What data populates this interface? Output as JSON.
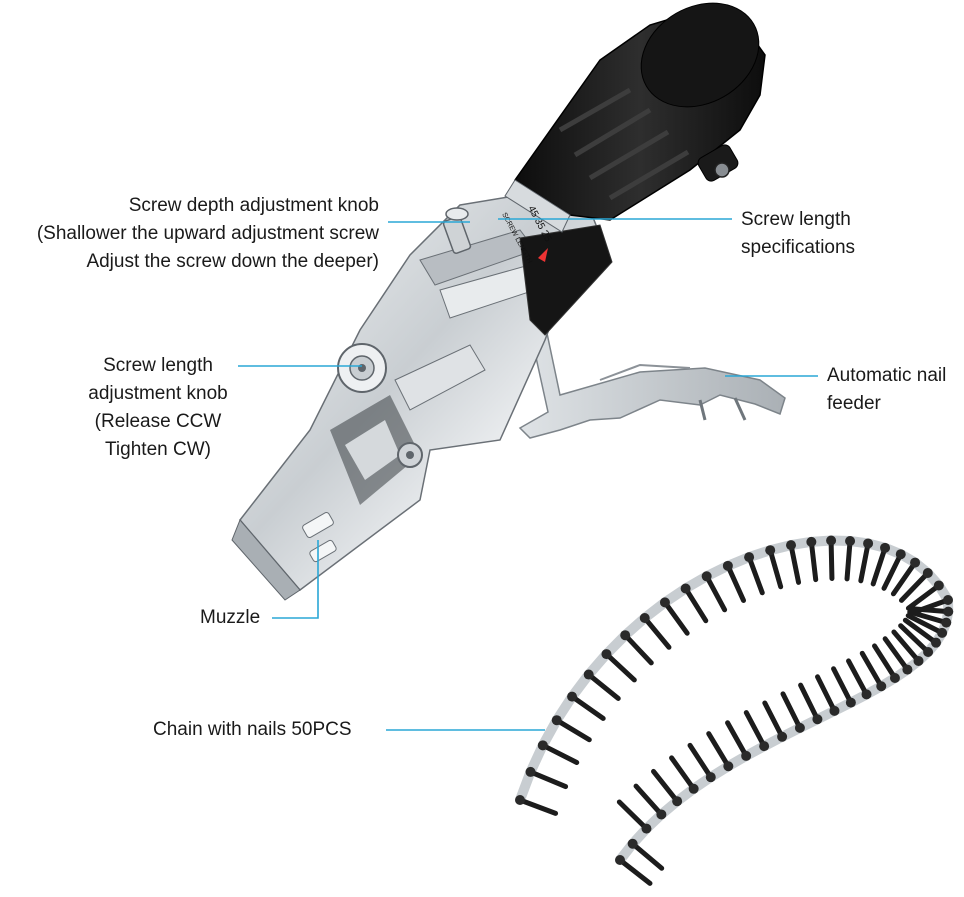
{
  "annotations": {
    "depth_knob": {
      "lines": [
        "Screw depth adjustment knob",
        "(Shallower the upward adjustment screw",
        "Adjust the screw down the deeper)"
      ]
    },
    "length_specs": {
      "lines": [
        "Screw length",
        "specifications"
      ]
    },
    "length_knob": {
      "lines": [
        "Screw length",
        "adjustment knob",
        "(Release CCW",
        "Tighten CW)"
      ]
    },
    "nail_feeder": {
      "lines": [
        "Automatic nail",
        "feeder"
      ]
    },
    "muzzle": {
      "lines": [
        "Muzzle"
      ]
    },
    "chain": {
      "lines": [
        "Chain with nails 50PCS"
      ]
    }
  },
  "tool_markings": {
    "sizes": "45  35  25",
    "brand": "SCREW LENGTH"
  },
  "colors": {
    "leader_line": "#2aa7d6",
    "handle": "#1b1b1b",
    "metal": "#cfd3d6",
    "metal_dark": "#8d9399",
    "text": "#1a1a1a"
  }
}
